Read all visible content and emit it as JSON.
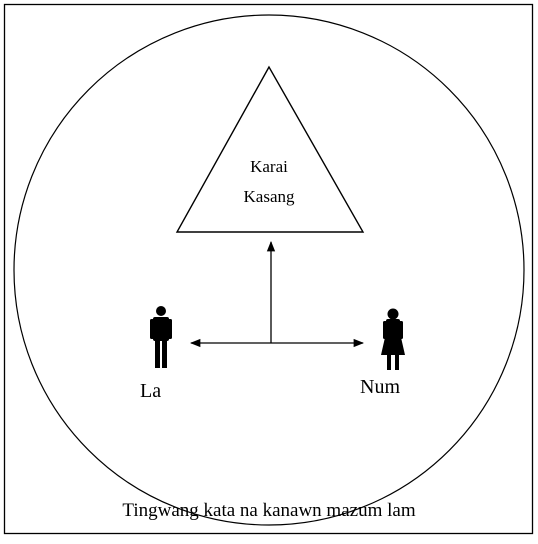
{
  "diagram": {
    "triangle_label_line1": "Karai",
    "triangle_label_line2": "Kasang",
    "left_figure_label": "La",
    "right_figure_label": "Num",
    "caption": "Tingwang kata na kanawn mazum lam"
  },
  "colors": {
    "stroke": "#000000",
    "background": "#ffffff"
  },
  "icons": {
    "left_figure": "man-icon",
    "right_figure": "woman-icon"
  }
}
